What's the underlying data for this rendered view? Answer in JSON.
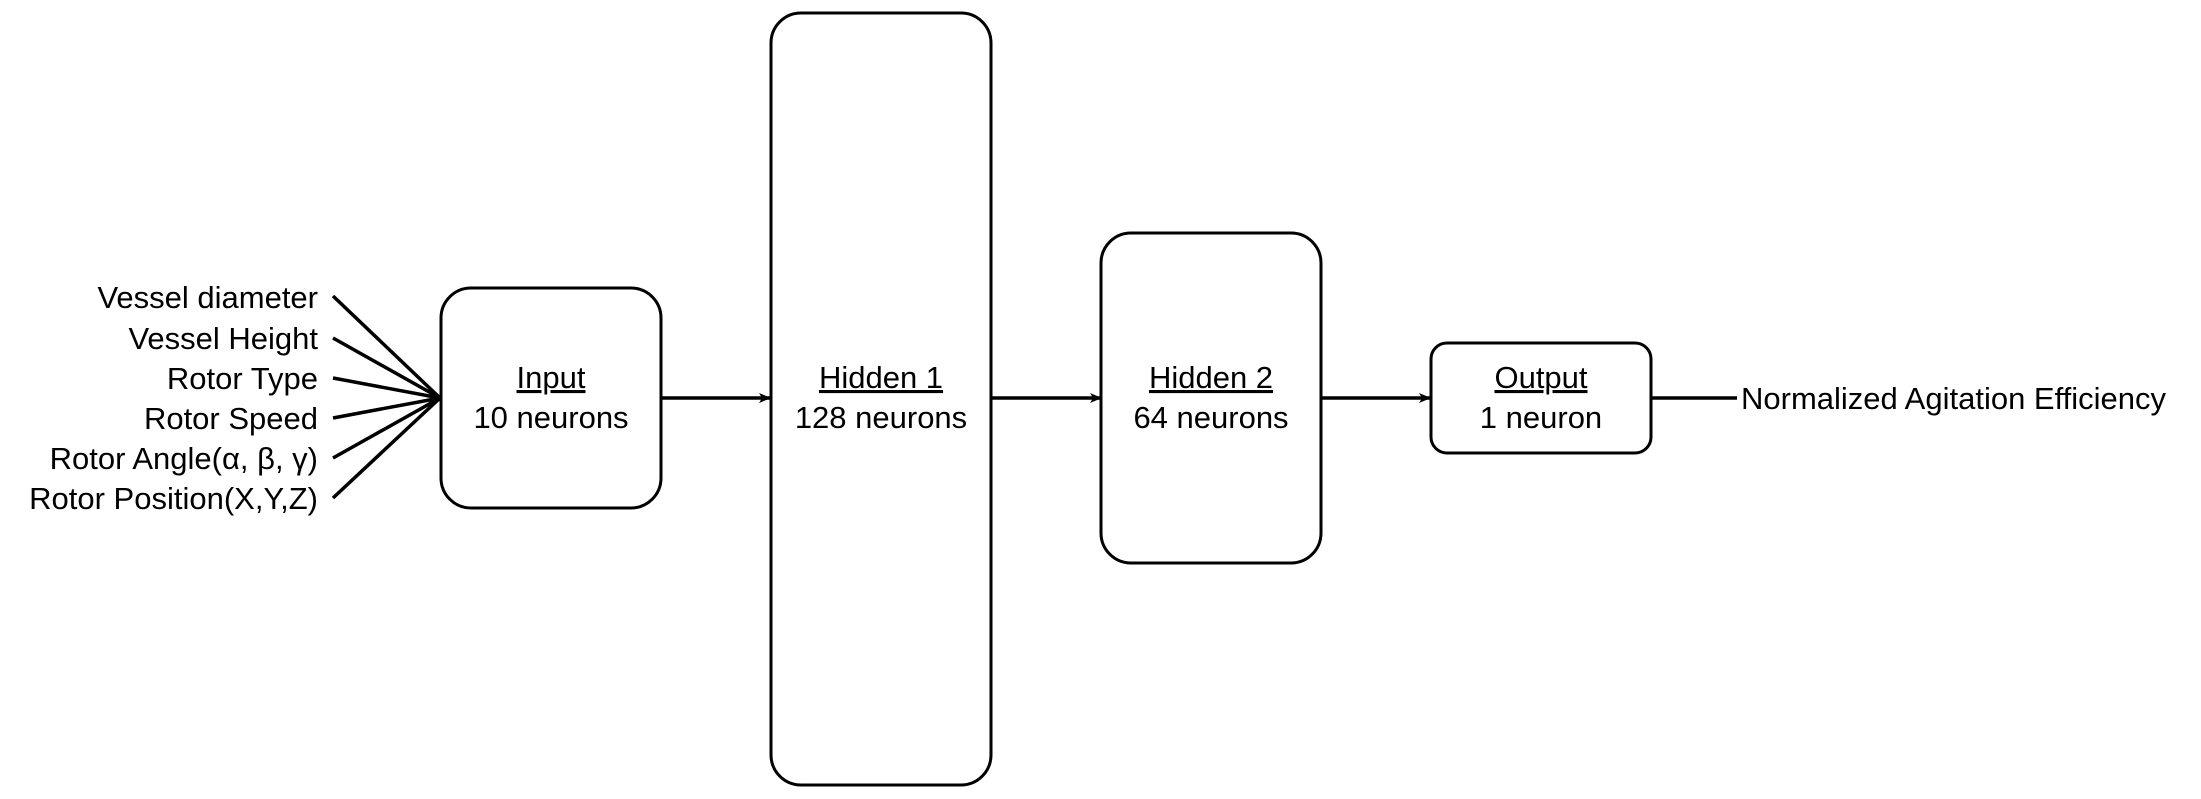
{
  "inputs": [
    "Vessel diameter",
    "Vessel Height",
    "Rotor Type",
    "Rotor Speed",
    "Rotor Angle(α, β, γ)",
    "Rotor Position(X,Y,Z)"
  ],
  "layers": {
    "input": {
      "title": "Input",
      "subtitle": "10 neurons"
    },
    "hidden1": {
      "title": "Hidden 1",
      "subtitle": "128 neurons"
    },
    "hidden2": {
      "title": "Hidden 2",
      "subtitle": "64 neurons"
    },
    "output": {
      "title": "Output",
      "subtitle": "1 neuron"
    }
  },
  "result": "Normalized Agitation Efficiency",
  "colors": {
    "stroke": "#000000",
    "fill": "#ffffff",
    "background": "#ffffff"
  }
}
